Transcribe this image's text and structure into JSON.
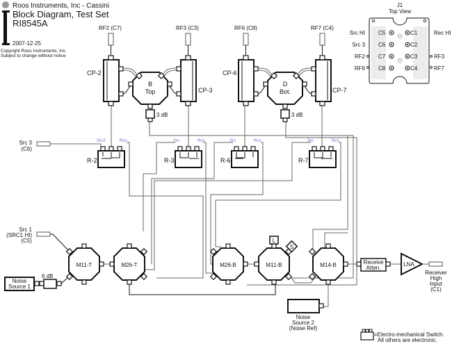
{
  "header": {
    "company": "Roos Instruments, Inc - Cassini",
    "title": "Block Diagram, Test Set",
    "model": "RI8545A",
    "date": "2007-12-25",
    "copyright_line1": "Copyright Roos Instruments, Inc.",
    "copyright_line2": "Subject to change without notice"
  },
  "rf_ports": {
    "rf2": "RF2 (C7)",
    "rf3": "RF3 (C3)",
    "rf6": "RF6 (C8)",
    "rf7": "RF7 (C4)"
  },
  "couplers": {
    "cp2": "CP-2",
    "cp3": "CP-3",
    "cp6": "CP-6",
    "cp7": "CP-7"
  },
  "hybrids": {
    "b_line1": "B",
    "b_line2": "Top",
    "d_line1": "D",
    "d_line2": "Bot."
  },
  "attenuators": {
    "att_b": "3 dB",
    "att_d": "3 dB",
    "att_noise1": "6 dB"
  },
  "relays": {
    "r2": "R-2",
    "r3": "R-3",
    "r6": "R-6",
    "r7": "R-7",
    "r2_src": "Src3",
    "r3_src": "Src",
    "r6_src": "Src",
    "r7_src": "Src",
    "rcv": "Rcv"
  },
  "sources": {
    "src3_line1": "Src 3",
    "src3_line2": "(C6)",
    "src1_line1": "Src 1",
    "src1_line2": "(SRC1 HI)",
    "src1_line3": "(C5)",
    "noise1_line1": "Noise",
    "noise1_line2": "Source 1",
    "noise2_line1": "Noise",
    "noise2_line2": "Source 2",
    "noise2_line3": "(Noise Ref)"
  },
  "switches": {
    "m11t": "M11-T",
    "m26t": "M26-T",
    "m26b": "M26-B",
    "m11b": "M11-B",
    "m14b": "M14-B",
    "load": "L",
    "short": "S"
  },
  "receiver": {
    "atten_line1": "Receive",
    "atten_line2": "Atten.",
    "lna": "LNA",
    "input_line1": "Receiver",
    "input_line2": "High",
    "input_line3": "Input",
    "input_line4": "(C1)"
  },
  "connector_j1": {
    "title": "J1",
    "subtitle": "Top View",
    "left_labels": [
      "Src HI",
      "Src 3",
      "RF2",
      "RF6"
    ],
    "right_labels": [
      "Rec HI",
      "",
      "RF3",
      "RF7"
    ],
    "left_pins": [
      "C5",
      "C6",
      "C7",
      "C8"
    ],
    "right_pins": [
      "C1",
      "C2",
      "C3",
      "C4"
    ]
  },
  "legend": {
    "line1": "=Electro-mechanical Switch.",
    "line2": "All others are electronic."
  }
}
